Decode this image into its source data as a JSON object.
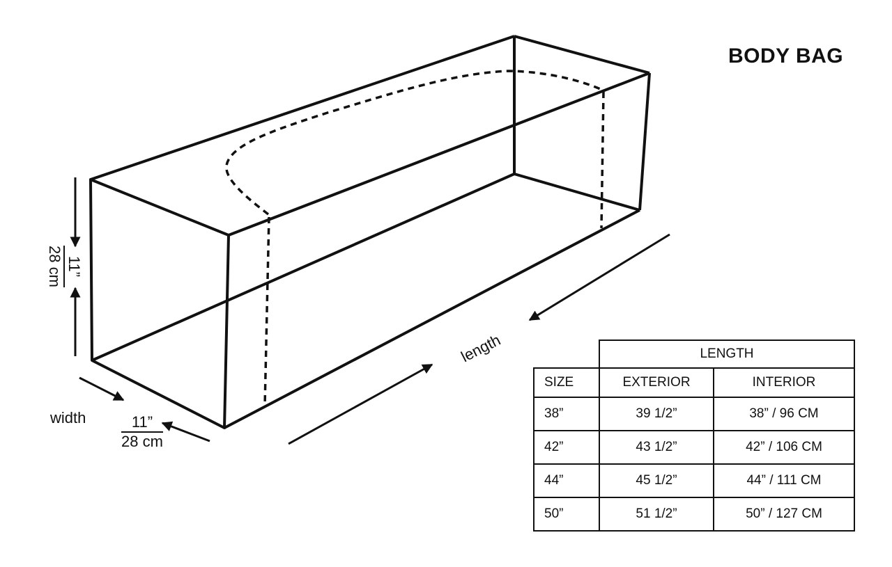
{
  "title": "BODY BAG",
  "height_dim": {
    "imperial": "11”",
    "metric": "28 cm"
  },
  "width_dim": {
    "label": "width",
    "imperial": "11”",
    "metric": "28 cm"
  },
  "length_label": "length",
  "table": {
    "group_header": "LENGTH",
    "headers": {
      "size": "SIZE",
      "exterior": "EXTERIOR",
      "interior": "INTERIOR"
    },
    "rows": [
      {
        "size": "38”",
        "exterior": "39 1/2”",
        "interior": "38” / 96 CM"
      },
      {
        "size": "42”",
        "exterior": "43 1/2”",
        "interior": "42” / 106 CM"
      },
      {
        "size": "44”",
        "exterior": "45 1/2”",
        "interior": "44” / 111 CM"
      },
      {
        "size": "50”",
        "exterior": "51 1/2”",
        "interior": "50” / 127 CM"
      }
    ]
  }
}
